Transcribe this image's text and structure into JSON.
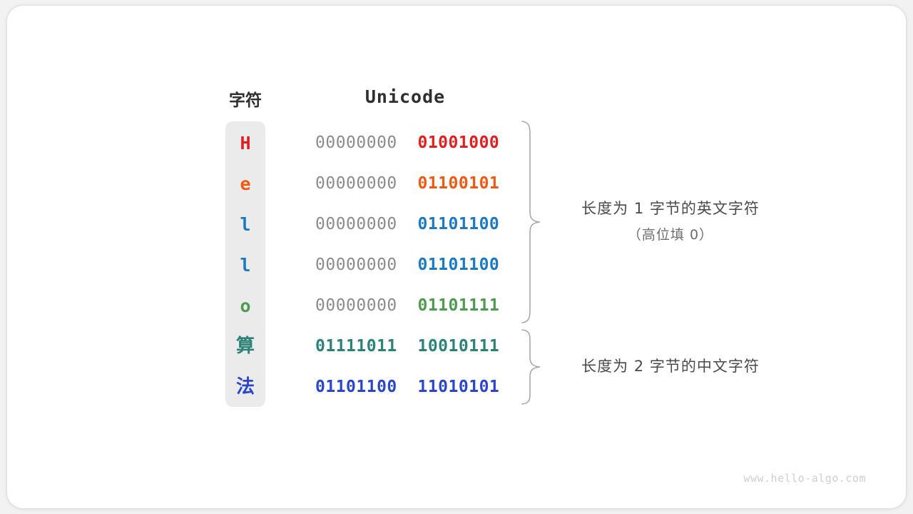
{
  "colors": {
    "canvas": "#f2f2f2",
    "card": "#ffffff",
    "pill": "#ebebeb",
    "high_byte_grey": "#8c8c8c",
    "header_text": "#2f2f2f",
    "note_text": "#4a4a4a",
    "note_sub_text": "#6d6d6d",
    "brace": "#a8a8a8",
    "watermark": "#cfcfcf",
    "red": "#e02020",
    "orange": "#ee5a11",
    "blue": "#1b7ac0",
    "green": "#4e9a4e",
    "teal": "#2d8277",
    "indigo": "#2b47c8"
  },
  "headers": {
    "character": "字符",
    "unicode": "Unicode"
  },
  "rows": [
    {
      "char": "H",
      "char_color": "#e02020",
      "high_byte": "00000000",
      "low_byte": "01001000",
      "low_color": "#e02020",
      "high_is_bold": false,
      "cjk": false
    },
    {
      "char": "e",
      "char_color": "#ee5a11",
      "high_byte": "00000000",
      "low_byte": "01100101",
      "low_color": "#ee5a11",
      "high_is_bold": false,
      "cjk": false
    },
    {
      "char": "l",
      "char_color": "#1b7ac0",
      "high_byte": "00000000",
      "low_byte": "01101100",
      "low_color": "#1b7ac0",
      "high_is_bold": false,
      "cjk": false
    },
    {
      "char": "l",
      "char_color": "#1b7ac0",
      "high_byte": "00000000",
      "low_byte": "01101100",
      "low_color": "#1b7ac0",
      "high_is_bold": false,
      "cjk": false
    },
    {
      "char": "o",
      "char_color": "#4e9a4e",
      "high_byte": "00000000",
      "low_byte": "01101111",
      "low_color": "#4e9a4e",
      "high_is_bold": false,
      "cjk": false
    },
    {
      "char": "算",
      "char_color": "#2d8277",
      "high_byte": "01111011",
      "low_byte": "10010111",
      "low_color": "#2d8277",
      "high_color": "#2d8277",
      "high_is_bold": true,
      "cjk": true
    },
    {
      "char": "法",
      "char_color": "#2b47c8",
      "high_byte": "01101100",
      "low_byte": "11010101",
      "low_color": "#2b47c8",
      "high_color": "#2b47c8",
      "high_is_bold": true,
      "cjk": true
    }
  ],
  "annotations": [
    {
      "line1": "长度为 1 字节的英文字符",
      "line2": "（高位填 0）"
    },
    {
      "line1": "长度为 2 字节的中文字符",
      "line2": ""
    }
  ],
  "watermark": "www.hello-algo.com"
}
